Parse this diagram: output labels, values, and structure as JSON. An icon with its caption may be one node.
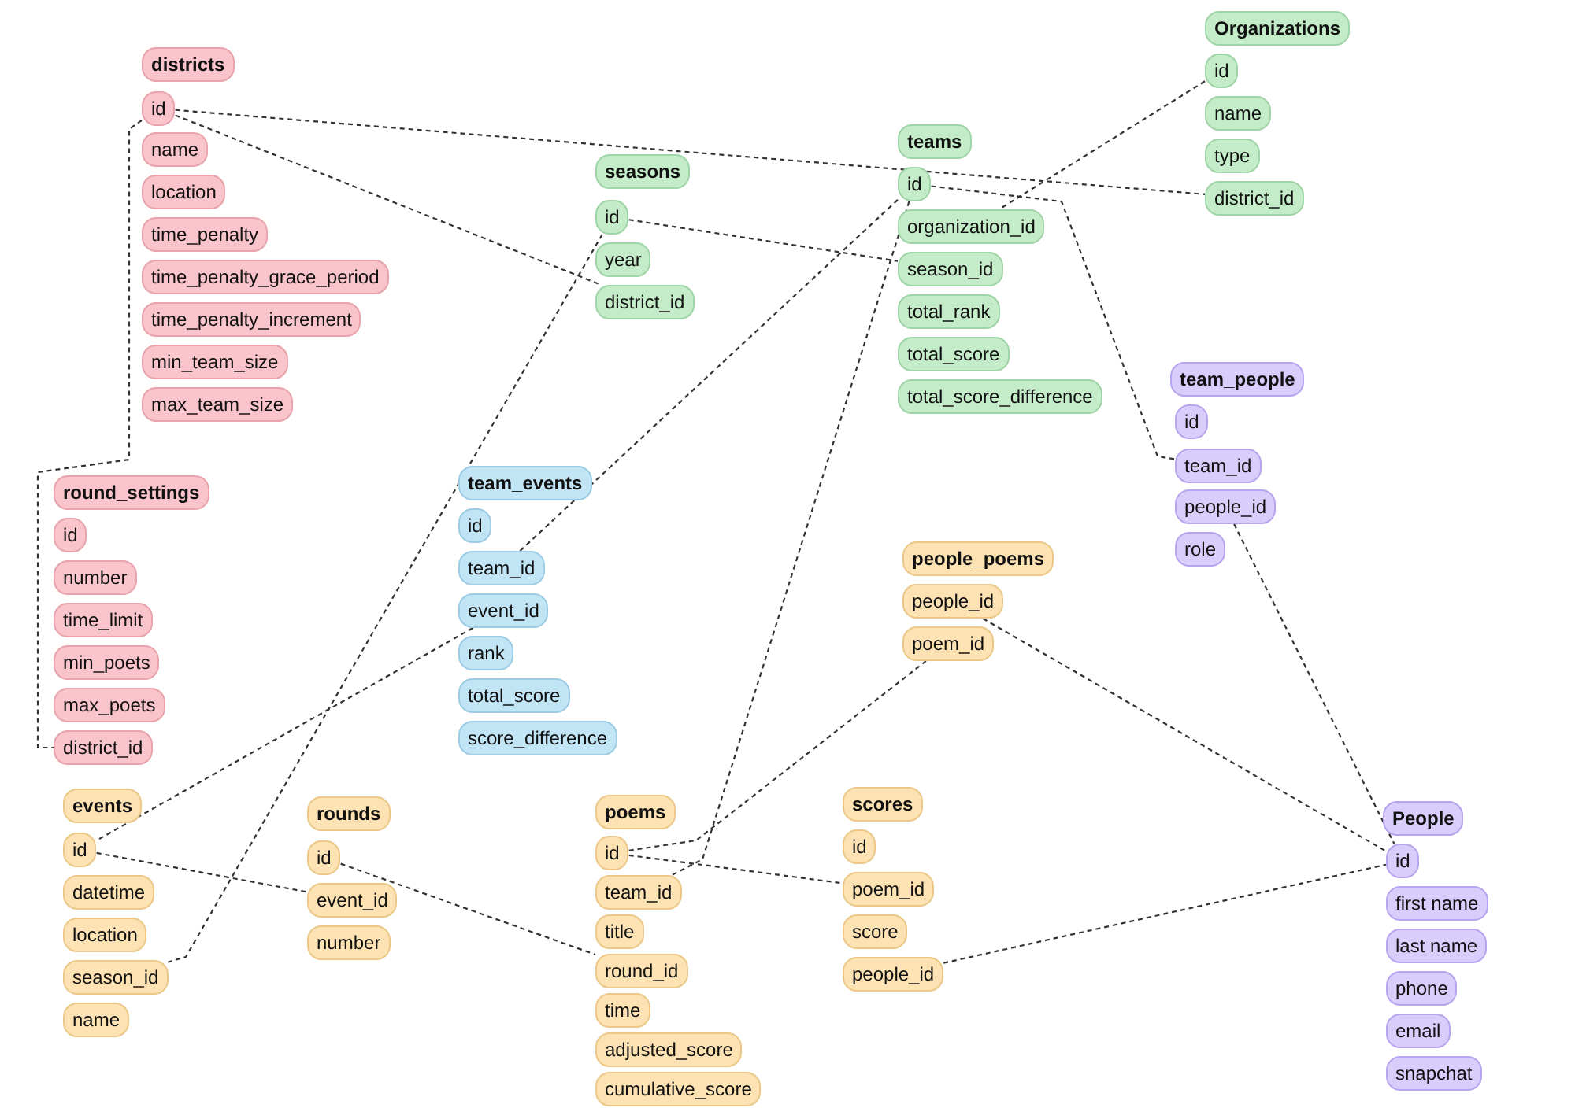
{
  "diagram": {
    "nodes": [
      {
        "text": [
          "districts"
        ]
      },
      {
        "text": [
          "id"
        ]
      },
      {
        "text": [
          "name"
        ]
      },
      {
        "text": [
          "location"
        ]
      },
      {
        "text": [
          "time_penalty"
        ]
      },
      {
        "text": [
          "time_penalty_grace_period"
        ]
      },
      {
        "text": [
          "time_penalty_increment"
        ]
      },
      {
        "text": [
          "min_team_size"
        ]
      },
      {
        "text": [
          "max_team_size"
        ]
      },
      {
        "text": [
          "Organizations"
        ]
      },
      {
        "text": [
          "id"
        ]
      },
      {
        "text": [
          "name"
        ]
      },
      {
        "text": [
          "type"
        ]
      },
      {
        "text": [
          "district_id"
        ]
      },
      {
        "text": [
          "teams"
        ]
      },
      {
        "text": [
          "id"
        ]
      },
      {
        "text": [
          "organization_id"
        ]
      },
      {
        "text": [
          "season_id"
        ]
      },
      {
        "text": [
          "total_rank"
        ]
      },
      {
        "text": [
          "total_score"
        ]
      },
      {
        "text": [
          "total_score_difference"
        ]
      },
      {
        "text": [
          "seasons"
        ]
      },
      {
        "text": [
          "id"
        ]
      },
      {
        "text": [
          "year"
        ]
      },
      {
        "text": [
          "district_id"
        ]
      },
      {
        "text": [
          "team_people"
        ]
      },
      {
        "text": [
          "id"
        ]
      },
      {
        "text": [
          "team_id"
        ]
      },
      {
        "text": [
          "people_id"
        ]
      },
      {
        "text": [
          "role"
        ]
      },
      {
        "text": [
          "round_settings"
        ]
      },
      {
        "text": [
          "id"
        ]
      },
      {
        "text": [
          "number"
        ]
      },
      {
        "text": [
          "time_limit"
        ]
      },
      {
        "text": [
          "min_poets"
        ]
      },
      {
        "text": [
          "max_poets"
        ]
      },
      {
        "text": [
          "district_id"
        ]
      },
      {
        "text": [
          "team_events"
        ]
      },
      {
        "text": [
          "id"
        ]
      },
      {
        "text": [
          "team_id"
        ]
      },
      {
        "text": [
          "event_id"
        ]
      },
      {
        "text": [
          "rank"
        ]
      },
      {
        "text": [
          "total_score"
        ]
      },
      {
        "text": [
          "score_difference"
        ]
      },
      {
        "text": [
          "people_poems"
        ]
      },
      {
        "text": [
          "people_id"
        ]
      },
      {
        "text": [
          "poem_id"
        ]
      },
      {
        "text": [
          "events"
        ]
      },
      {
        "text": [
          "id"
        ]
      },
      {
        "text": [
          "datetime"
        ]
      },
      {
        "text": [
          "location"
        ]
      },
      {
        "text": [
          "season_id"
        ]
      },
      {
        "text": [
          "name"
        ]
      },
      {
        "text": [
          "rounds"
        ]
      },
      {
        "text": [
          "id"
        ]
      },
      {
        "text": [
          "event_id"
        ]
      },
      {
        "text": [
          "number"
        ]
      },
      {
        "text": [
          "scores"
        ]
      },
      {
        "text": [
          "id"
        ]
      },
      {
        "text": [
          "poem_id"
        ]
      },
      {
        "text": [
          "score"
        ]
      },
      {
        "text": [
          "people_id"
        ]
      },
      {
        "text": [
          "poems"
        ]
      },
      {
        "text": [
          "id"
        ]
      },
      {
        "text": [
          "team_id"
        ]
      },
      {
        "text": [
          "title"
        ]
      },
      {
        "text": [
          "round_id"
        ]
      },
      {
        "text": [
          "time"
        ]
      },
      {
        "text": [
          "adjusted_score"
        ]
      },
      {
        "text": [
          "cumulative_score"
        ]
      },
      {
        "text": [
          "People"
        ]
      },
      {
        "text": [
          "id"
        ]
      },
      {
        "text": [
          "first name"
        ]
      },
      {
        "text": [
          "last name"
        ]
      },
      {
        "text": [
          "phone"
        ]
      },
      {
        "text": [
          "email"
        ]
      },
      {
        "text": [
          "snapchat"
        ]
      }
    ],
    "edges": [
      {
        "from": 1,
        "to": 13,
        "arrow": "none"
      },
      {
        "from": 1,
        "to": 24,
        "arrow": "none"
      },
      {
        "from": 1,
        "to": 36,
        "arrow": "none"
      },
      {
        "from": 22,
        "to": 17,
        "arrow": "none"
      },
      {
        "from": 22,
        "to": 51,
        "arrow": "none"
      },
      {
        "from": 15,
        "to": 39,
        "arrow": "none"
      },
      {
        "from": 15,
        "to": 64,
        "arrow": "none"
      },
      {
        "from": 15,
        "to": 27,
        "arrow": "none"
      },
      {
        "from": 10,
        "to": 16,
        "arrow": "none"
      },
      {
        "from": 40,
        "to": 48,
        "arrow": "none"
      },
      {
        "from": 48,
        "to": 55,
        "arrow": "none"
      },
      {
        "from": 54,
        "to": 66,
        "arrow": "none"
      },
      {
        "from": 63,
        "to": 46,
        "arrow": "none"
      },
      {
        "from": 63,
        "to": 59,
        "arrow": "none"
      },
      {
        "from": 45,
        "to": 71,
        "arrow": "none"
      },
      {
        "from": 28,
        "to": 71,
        "arrow": "none"
      },
      {
        "from": 61,
        "to": 71,
        "arrow": "none"
      }
    ]
  }
}
